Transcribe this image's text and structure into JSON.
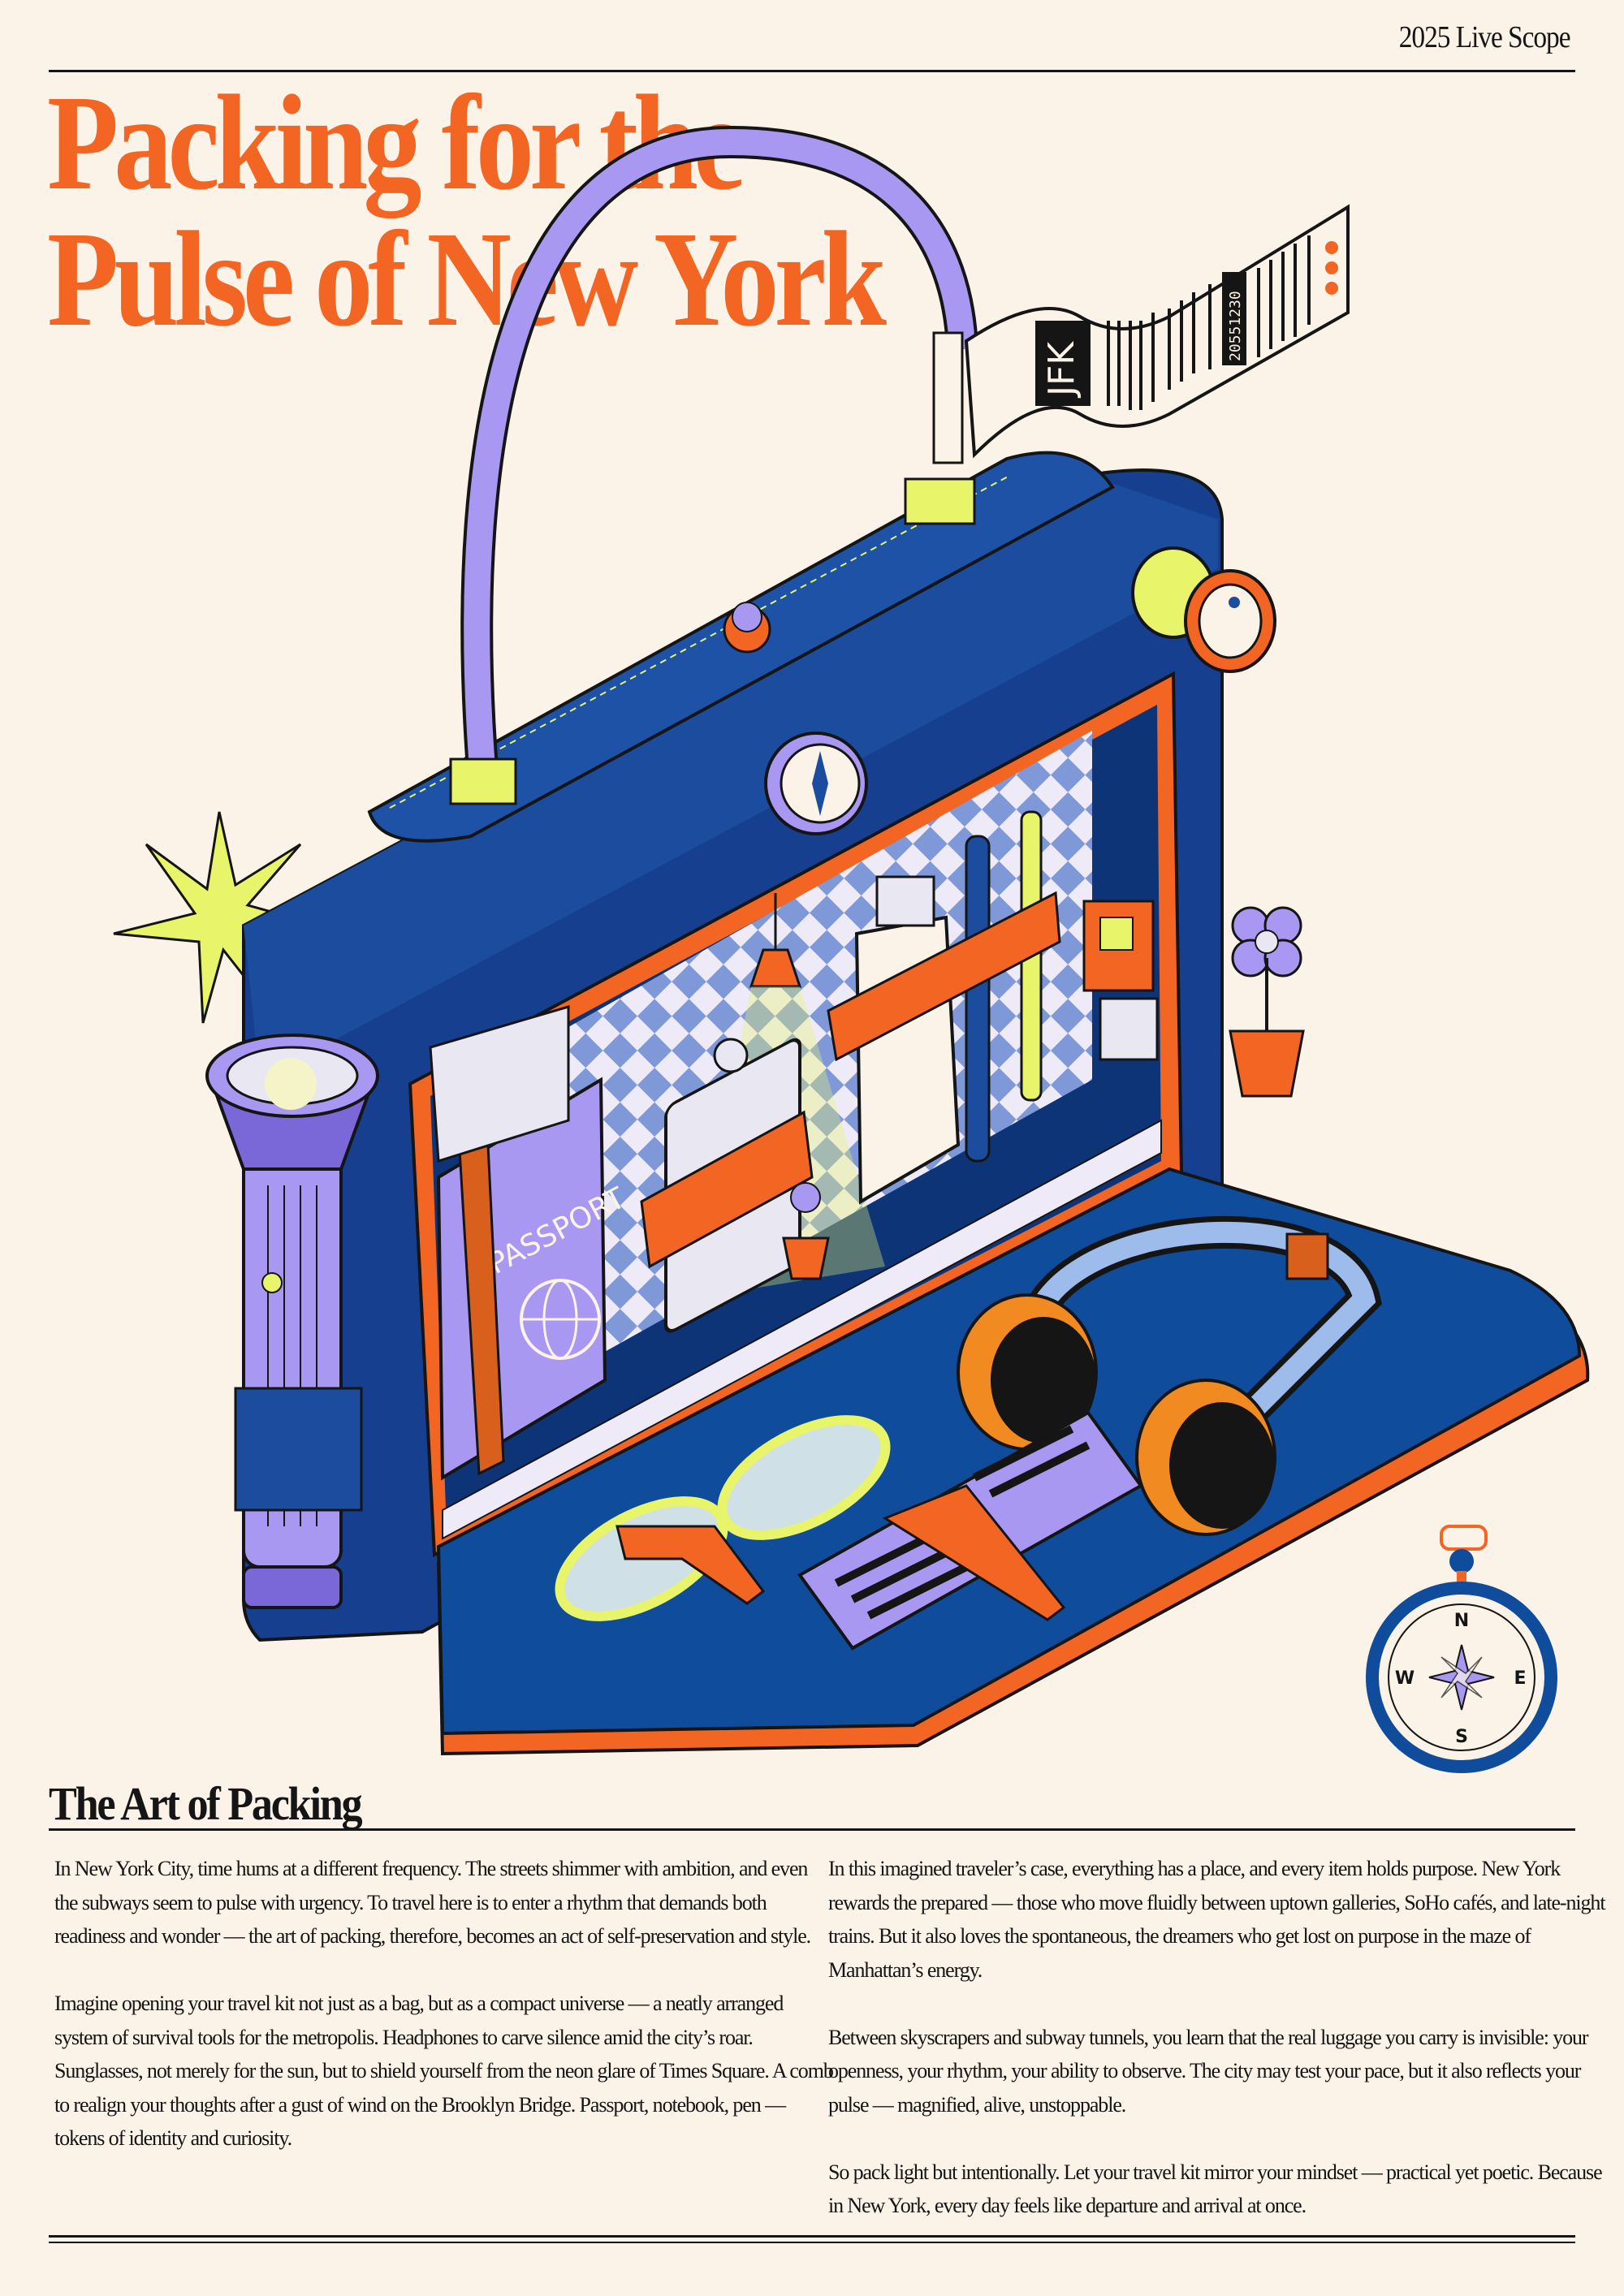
{
  "header": {
    "edition": "2025 Live Scope"
  },
  "title": {
    "line1": "Packing for the",
    "line2": "Pulse of New York"
  },
  "illustration": {
    "tag_code": "JFK",
    "tag_number": "20551230",
    "passport_label": "PASSPORT",
    "compass": {
      "n": "N",
      "e": "E",
      "s": "S",
      "w": "W"
    }
  },
  "article": {
    "heading": "The Art of Packing",
    "left_column": [
      "In New York City, time hums at a different frequency. The streets shimmer with ambition, and even the subways seem to pulse with urgency. To travel here is to enter a rhythm that demands both readiness and wonder — the art of packing, therefore, becomes an act of self-preservation and style.",
      "Imagine opening your travel kit not just as a bag, but as a compact universe — a neatly arranged system of survival tools for the metropolis. Headphones to carve silence amid the city’s roar. Sunglasses, not merely for the sun, but to shield yourself from the neon glare of Times Square. A comb to realign your thoughts after a gust of wind on the Brooklyn Bridge. Passport, notebook, pen — tokens of identity and curiosity."
    ],
    "right_column": [
      "In this imagined traveler’s case, everything has a place, and every item holds purpose. New York rewards the prepared — those who move fluidly between uptown galleries, SoHo cafés, and late-night trains. But it also loves the spontaneous, the dreamers who get lost on purpose in the maze of Manhattan’s energy.",
      "Between skyscrapers and subway tunnels, you learn that the real luggage you carry is invisible: your openness, your rhythm, your ability to observe. The city may test your pace, but it also reflects your pulse — magnified, alive, unstoppable.",
      "So pack light but intentionally. Let your travel kit mirror your mindset — practical yet poetic. Because in New York, every day feels like departure and arrival at once."
    ]
  },
  "colors": {
    "background": "#FBF2E8",
    "accent_orange": "#F26522",
    "bag_blue": "#1B4C9E",
    "purple": "#A898F2",
    "lime": "#E8F56A",
    "ink": "#151515"
  }
}
